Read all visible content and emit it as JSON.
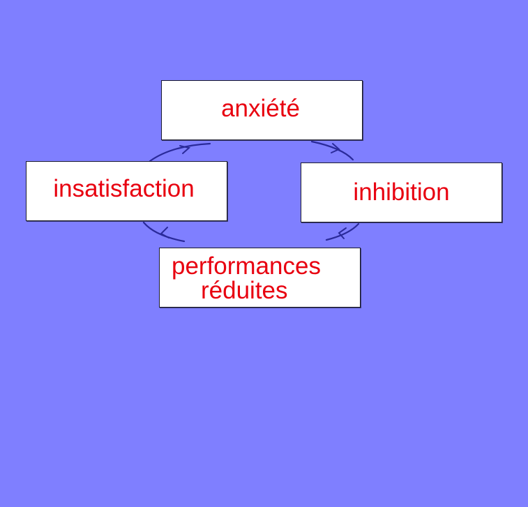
{
  "diagram": {
    "background_color": "#7f7fff",
    "text_color": "#e8000f",
    "arrow_color": "#2a2a9a",
    "nodes": {
      "anxiety": {
        "label": "anxiété"
      },
      "inhibition": {
        "label": "inhibition"
      },
      "dissatisfaction": {
        "label": "insatisfaction"
      },
      "performance": {
        "line1": "performances",
        "line2": "réduites"
      }
    },
    "edges": [
      {
        "from": "anxiété",
        "to": "inhibition"
      },
      {
        "from": "inhibition",
        "to": "performances réduites"
      },
      {
        "from": "performances réduites",
        "to": "insatisfaction"
      },
      {
        "from": "insatisfaction",
        "to": "anxiété"
      }
    ]
  }
}
